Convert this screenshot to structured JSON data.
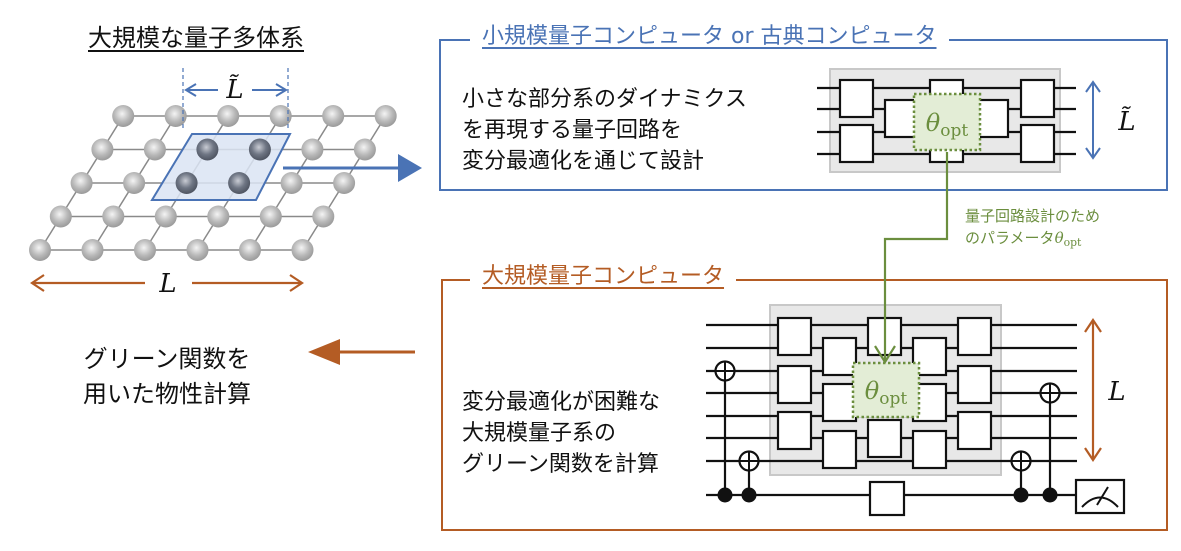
{
  "left_panel": {
    "title": "大規模な量子多体系",
    "lattice": {
      "rows": 5,
      "cols": 6,
      "highlighted_sites": 4
    },
    "subsystem_label": "L̃",
    "system_label": "L"
  },
  "small_computer_box": {
    "title": "小規模量子コンピュータ or 古典コンピュータ",
    "description": [
      "小さな部分系のダイナミクス",
      "を再現する量子回路を",
      "変分最適化を通じて設計"
    ],
    "circuit_param_label": "θ",
    "circuit_param_sub": "opt",
    "size_label": "L̃",
    "qubits": 4
  },
  "parameter_annotation": {
    "line1": "量子回路設計のため",
    "line2": "のパラメータ",
    "symbol": "θ",
    "symbol_sub": "opt"
  },
  "large_computer_box": {
    "title": "大規模量子コンピュータ",
    "description": [
      "変分最適化が困難な",
      "大規模量子系の",
      "グリーン関数を計算"
    ],
    "circuit_param_label": "θ",
    "circuit_param_sub": "opt",
    "size_label": "L",
    "qubits": 7,
    "ancilla": 1
  },
  "result": {
    "lines": [
      "グリーン関数を",
      "用いた物性計算"
    ]
  },
  "colors": {
    "blue": "#4a73b5",
    "orange": "#b45c24",
    "green": "#6b8e3e",
    "green_fill": "#e3edd6",
    "gray_fill": "#e8e8e8"
  }
}
